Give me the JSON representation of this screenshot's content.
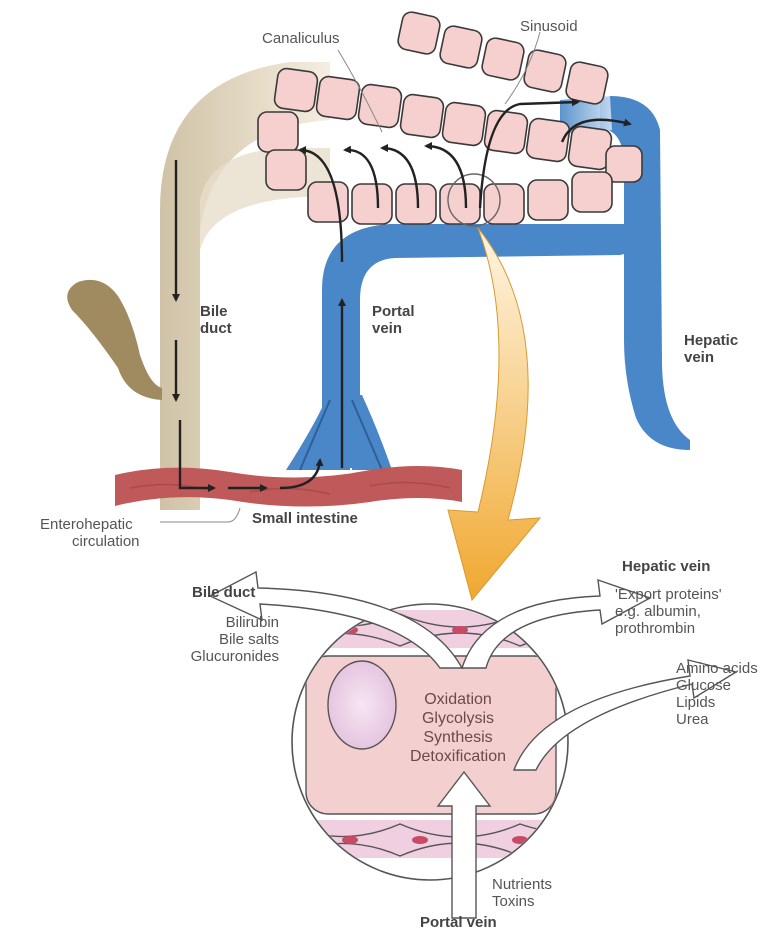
{
  "colors": {
    "bile": "#d8ccb5",
    "bile_dark": "#a89878",
    "vein": "#4a87c8",
    "vein_light": "#bcd6ee",
    "hepatocyte": "#f6cfcf",
    "hepatocyte_stroke": "#3a3a3a",
    "intestine": "#c05a5a",
    "gallbladder": "#a08a60",
    "arrow_orange": "#f2b23c",
    "cell_bg": "#f4cfd0",
    "membrane_pink": "#e9b4c4"
  },
  "labels": {
    "canaliculus": "Canaliculus",
    "sinusoid": "Sinusoid",
    "bile_duct_1": "Bile",
    "bile_duct_2": "duct",
    "portal_vein_1": "Portal",
    "portal_vein_2": "vein",
    "hepatic_vein_1": "Hepatic",
    "hepatic_vein_2": "vein",
    "small_intestine": "Small intestine",
    "enterohepatic_1": "Enterohepatic",
    "enterohepatic_2": "circulation"
  },
  "cell_panel": {
    "bile_duct_heading": "Bile duct",
    "bile_duct_items": [
      "Bilirubin",
      "Bile salts",
      "Glucuronides"
    ],
    "hepatic_vein_heading": "Hepatic vein",
    "hepatic_vein_items": [
      "'Export proteins'",
      "e.g. albumin,",
      "prothrombin"
    ],
    "metabolites": [
      "Amino acids",
      "Glucose",
      "Lipids",
      "Urea"
    ],
    "processes": [
      "Oxidation",
      "Glycolysis",
      "Synthesis",
      "Detoxification"
    ],
    "portal_inputs": [
      "Nutrients",
      "Toxins"
    ],
    "portal_vein_heading": "Portal vein"
  }
}
